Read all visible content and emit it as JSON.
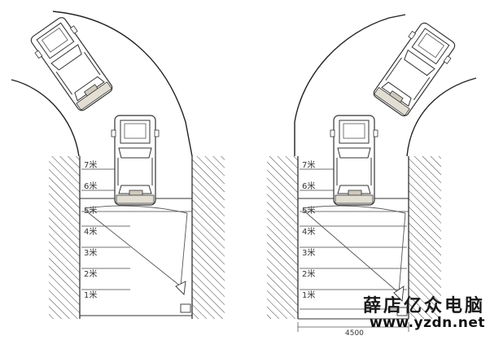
{
  "diagrams": [
    {
      "id": "left",
      "distance_labels": [
        "7米",
        "6米",
        "5米",
        "4米",
        "3米",
        "2米",
        "1米"
      ]
    },
    {
      "id": "right",
      "distance_labels": [
        "7米",
        "6米",
        "5米",
        "4米",
        "3米",
        "2米",
        "1米"
      ],
      "dimension_label": "4500"
    }
  ],
  "watermark": {
    "title": "薛店亿众电脑",
    "url": "www.yzdn.net"
  }
}
